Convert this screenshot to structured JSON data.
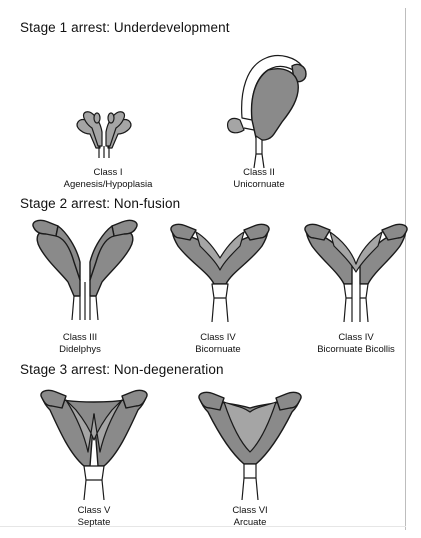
{
  "stages": [
    {
      "title": "Stage 1 arrest: Underdevelopment",
      "classes": [
        {
          "line1": "Class I",
          "line2": "Agenesis/Hypoplasia"
        },
        {
          "line1": "Class II",
          "line2": "Unicornuate"
        }
      ]
    },
    {
      "title": "Stage 2 arrest: Non-fusion",
      "classes": [
        {
          "line1": "Class III",
          "line2": "Didelphys"
        },
        {
          "line1": "Class IV",
          "line2": "Bicornuate"
        },
        {
          "line1": "Class IV",
          "line2": "Bicornuate Bicollis"
        }
      ]
    },
    {
      "title": "Stage 3 arrest: Non-degeneration",
      "classes": [
        {
          "line1": "Class V",
          "line2": "Septate"
        },
        {
          "line1": "Class VI",
          "line2": "Arcuate"
        }
      ]
    }
  ],
  "colors": {
    "organ_fill": "#8a8a8a",
    "outline": "#1a1a1a",
    "background": "#ffffff"
  }
}
